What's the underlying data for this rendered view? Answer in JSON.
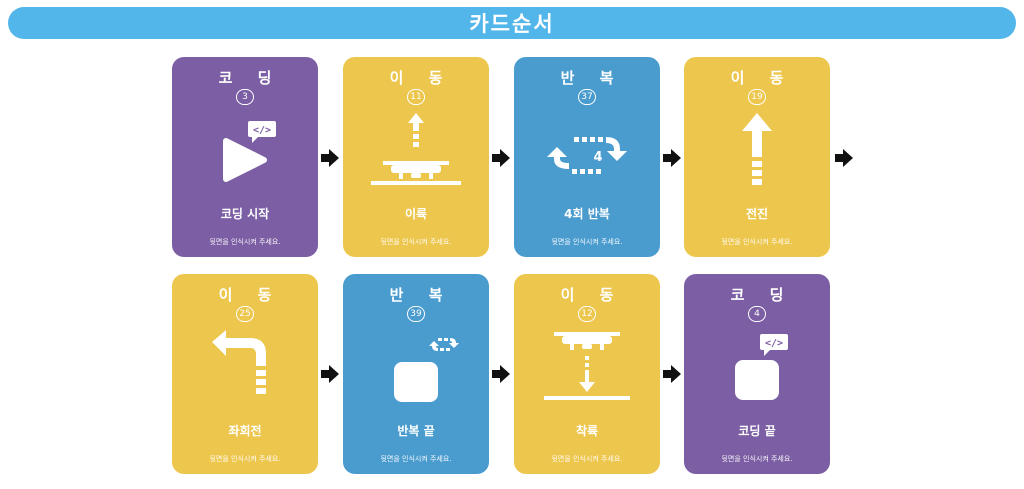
{
  "title": "카드순서",
  "colors": {
    "purple": "#7b5ea3",
    "yellow": "#edc64d",
    "blue": "#4a9ccf",
    "banner": "#52b6ea",
    "arrow": "#111111"
  },
  "cards": [
    {
      "category": "코 딩",
      "number": "3",
      "label": "코딩 시작",
      "note": "뒷면을 인식시켜 주세요.",
      "icon": "play-code-icon"
    },
    {
      "category": "이 동",
      "number": "11",
      "label": "이륙",
      "note": "뒷면을 인식시켜 주세요.",
      "icon": "takeoff-icon"
    },
    {
      "category": "반 복",
      "number": "37",
      "label": "4회 반복",
      "note": "뒷면을 인식시켜 주세요.",
      "icon": "repeat-4-icon",
      "repeat_count": "4"
    },
    {
      "category": "이 동",
      "number": "19",
      "label": "전진",
      "note": "뒷면을 인식시켜 주세요.",
      "icon": "forward-icon"
    },
    {
      "category": "이 동",
      "number": "25",
      "label": "좌회전",
      "note": "뒷면을 인식시켜 주세요.",
      "icon": "turn-left-icon"
    },
    {
      "category": "반 복",
      "number": "39",
      "label": "반복 끝",
      "note": "뒷면을 인식시켜 주세요.",
      "icon": "repeat-end-icon"
    },
    {
      "category": "이 동",
      "number": "12",
      "label": "착륙",
      "note": "뒷면을 인식시켜 주세요.",
      "icon": "landing-icon"
    },
    {
      "category": "코 딩",
      "number": "4",
      "label": "코딩 끝",
      "note": "뒷면을 인식시켜 주세요.",
      "icon": "code-end-icon"
    }
  ]
}
